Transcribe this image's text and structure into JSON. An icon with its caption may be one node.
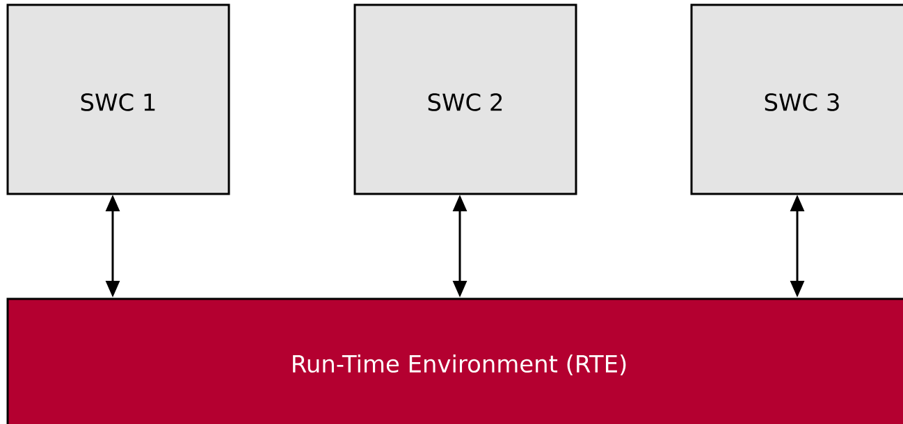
{
  "diagram": {
    "nodes": [
      {
        "text": [
          "SWC 1"
        ]
      },
      {
        "text": [
          "SWC 2"
        ]
      },
      {
        "text": [
          "SWC 3"
        ]
      },
      {
        "text": [
          "Run-Time Environment (RTE)"
        ]
      }
    ],
    "edges": [
      {
        "from": 0,
        "to": 3,
        "arrow": "both"
      },
      {
        "from": 1,
        "to": 3,
        "arrow": "both"
      },
      {
        "from": 2,
        "to": 3,
        "arrow": "both"
      }
    ]
  }
}
